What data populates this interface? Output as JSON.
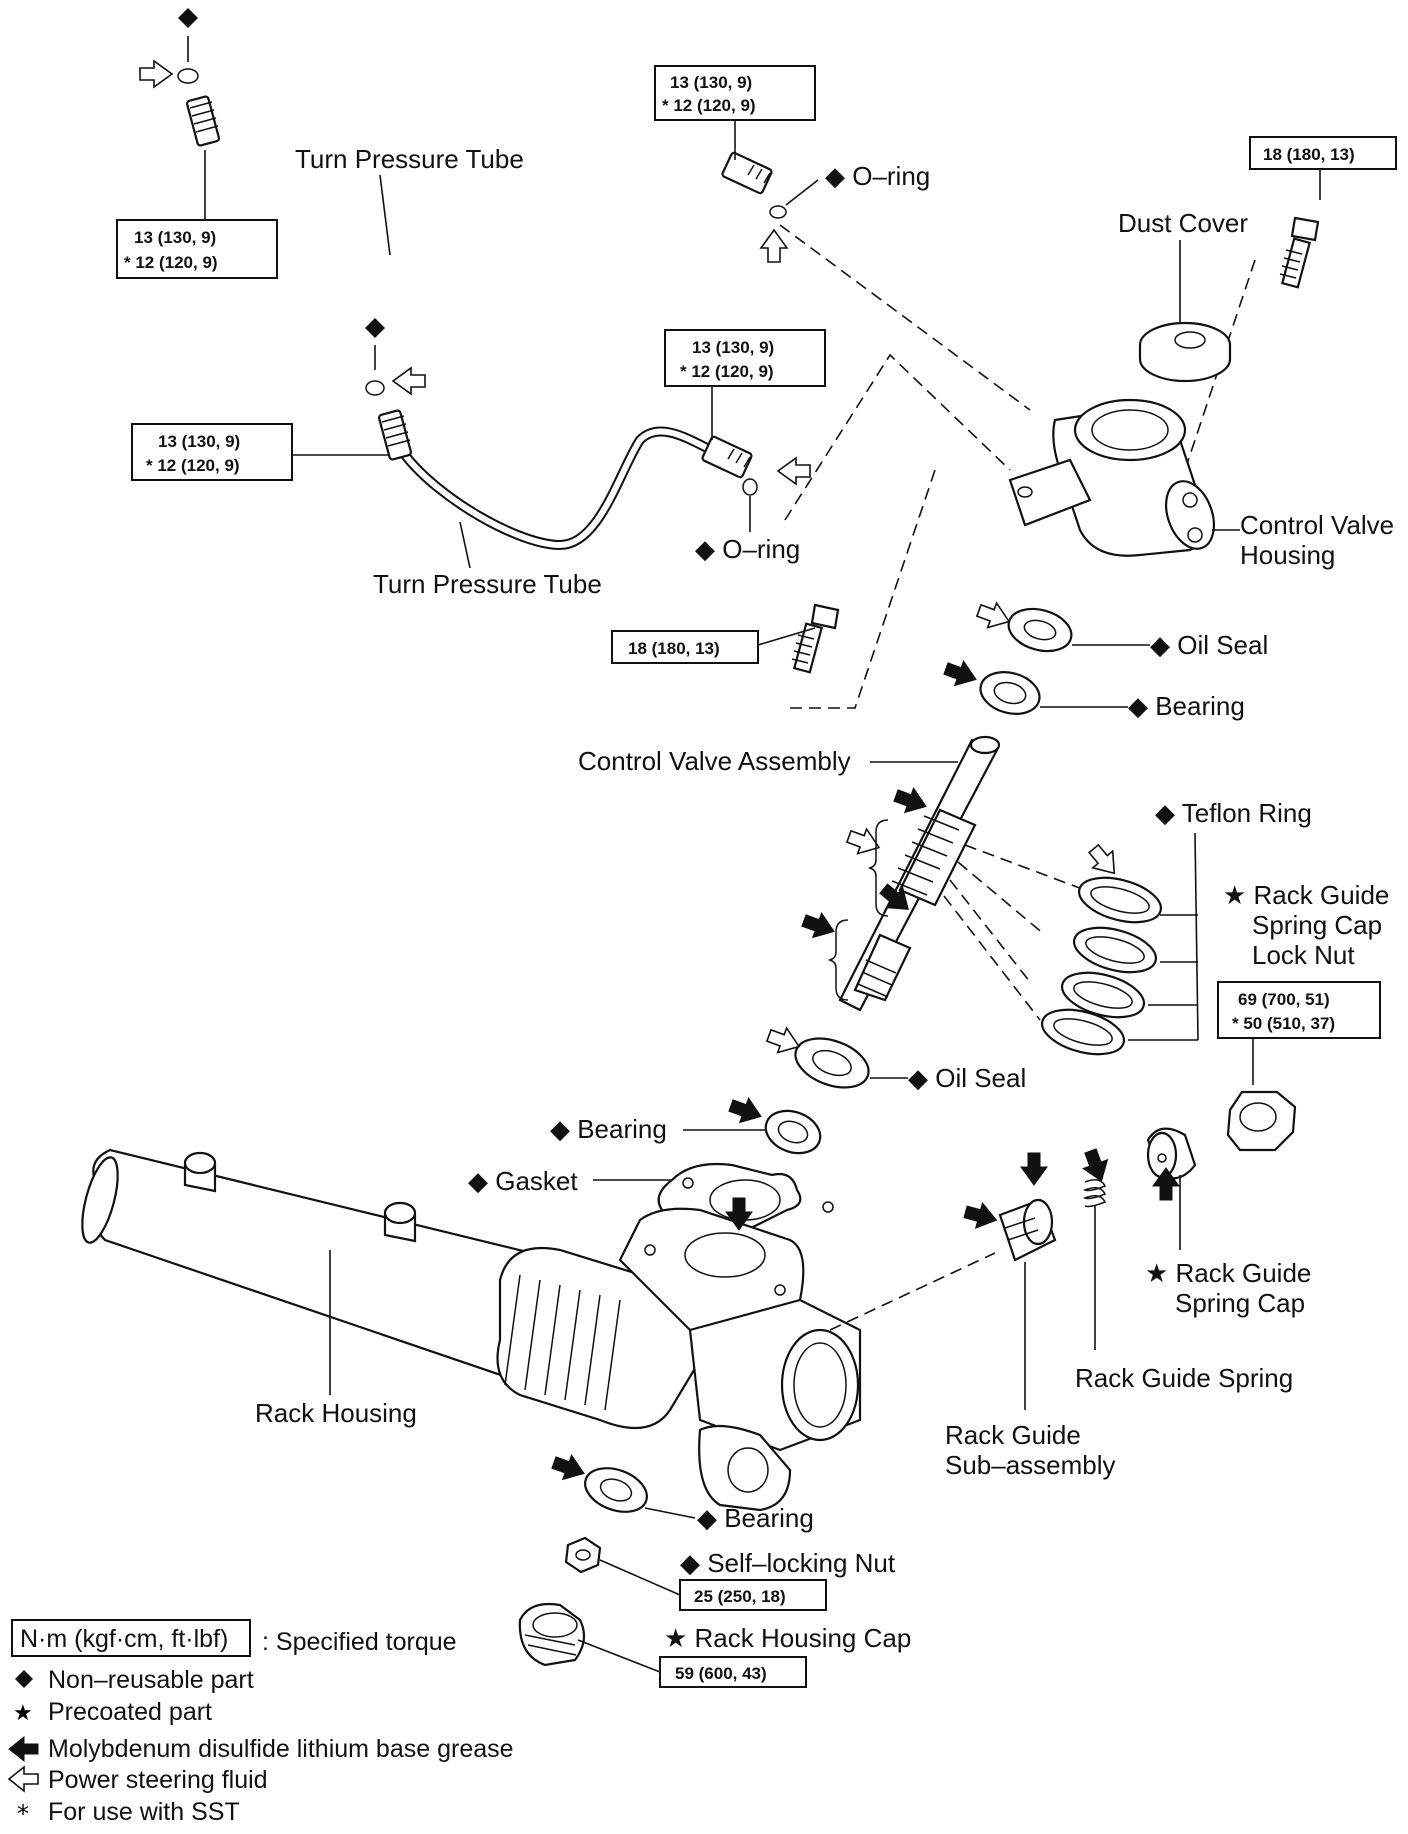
{
  "labels": {
    "o_ring_1": "◆ O–ring",
    "o_ring_2": "◆ O–ring",
    "turn_pressure_tube_1": "Turn Pressure Tube",
    "turn_pressure_tube_2": "Turn Pressure Tube",
    "dust_cover": "Dust Cover",
    "control_valve_housing_1": "Control Valve",
    "control_valve_housing_2": "Housing",
    "oil_seal_1": "◆ Oil Seal",
    "bearing_1": "◆ Bearing",
    "control_valve_assembly": "Control Valve Assembly",
    "teflon_ring": "◆ Teflon Ring",
    "rack_guide_lock_nut_1": "★ Rack Guide",
    "rack_guide_lock_nut_2": "Spring Cap",
    "rack_guide_lock_nut_3": "Lock Nut",
    "oil_seal_2": "◆ Oil Seal",
    "bearing_2": "◆ Bearing",
    "gasket": "◆ Gasket",
    "rack_guide_spring_cap_1": "★ Rack Guide",
    "rack_guide_spring_cap_2": "Spring Cap",
    "rack_guide_spring": "Rack Guide Spring",
    "rack_guide_sub_1": "Rack Guide",
    "rack_guide_sub_2": "Sub–assembly",
    "rack_housing": "Rack Housing",
    "bearing_3": "◆ Bearing",
    "self_locking_nut": "◆ Self–locking Nut",
    "rack_housing_cap": "★ Rack Housing Cap"
  },
  "torque": {
    "tube1_top_a": "13 (130, 9)",
    "tube1_top_b": "* 12 (120, 9)",
    "tube1_left_a": "13 (130, 9)",
    "tube1_left_b": "* 12 (120, 9)",
    "tube2_top_a": "13 (130, 9)",
    "tube2_top_b": "* 12 (120, 9)",
    "tube2_left_a": "13 (130, 9)",
    "tube2_left_b": "* 12 (120, 9)",
    "bolt_top": "18 (180, 13)",
    "bolt_mid": "18 (180, 13)",
    "lock_nut_a": "69 (700, 51)",
    "lock_nut_b": "* 50 (510, 37)",
    "self_locking_nut": "25 (250, 18)",
    "housing_cap": "59 (600, 43)"
  },
  "legend": {
    "torque_box": "N·m (kgf·cm, ft·lbf)",
    "torque_desc": ": Specified torque",
    "non_reusable": "Non–reusable part",
    "precoated": "Precoated part",
    "grease": "Molybdenum disulfide lithium base grease",
    "fluid": "Power steering fluid",
    "sst": "For use with SST"
  },
  "icons": [
    "diamond-icon",
    "star-icon",
    "solid-arrow-icon",
    "hollow-arrow-icon",
    "asterisk-icon"
  ]
}
